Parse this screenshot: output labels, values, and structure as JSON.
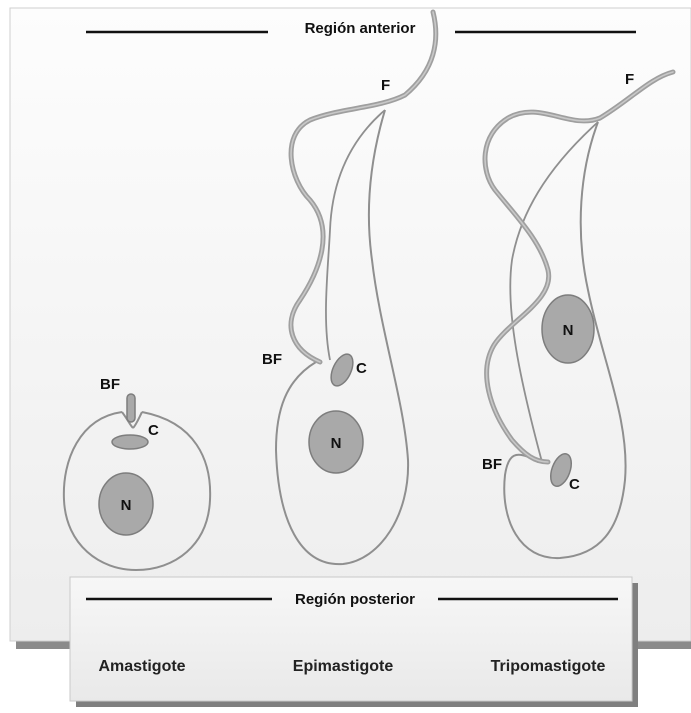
{
  "regions": {
    "anterior": "Región anterior",
    "posterior": "Región posterior"
  },
  "labels": {
    "flagellum": "F",
    "basal_body": "BF",
    "kinetoplast": "C",
    "nucleus": "N"
  },
  "stages": [
    {
      "name": "Amastigote"
    },
    {
      "name": "Epimastigote"
    },
    {
      "name": "Tripomastigote"
    }
  ],
  "colors": {
    "panel_top": "#fbfbfb",
    "panel_bottom": "#eeeeee",
    "organelle_fill": "#a9a9a9",
    "outline": "#8f8f8f",
    "flagellum": "#a0a0a0"
  }
}
